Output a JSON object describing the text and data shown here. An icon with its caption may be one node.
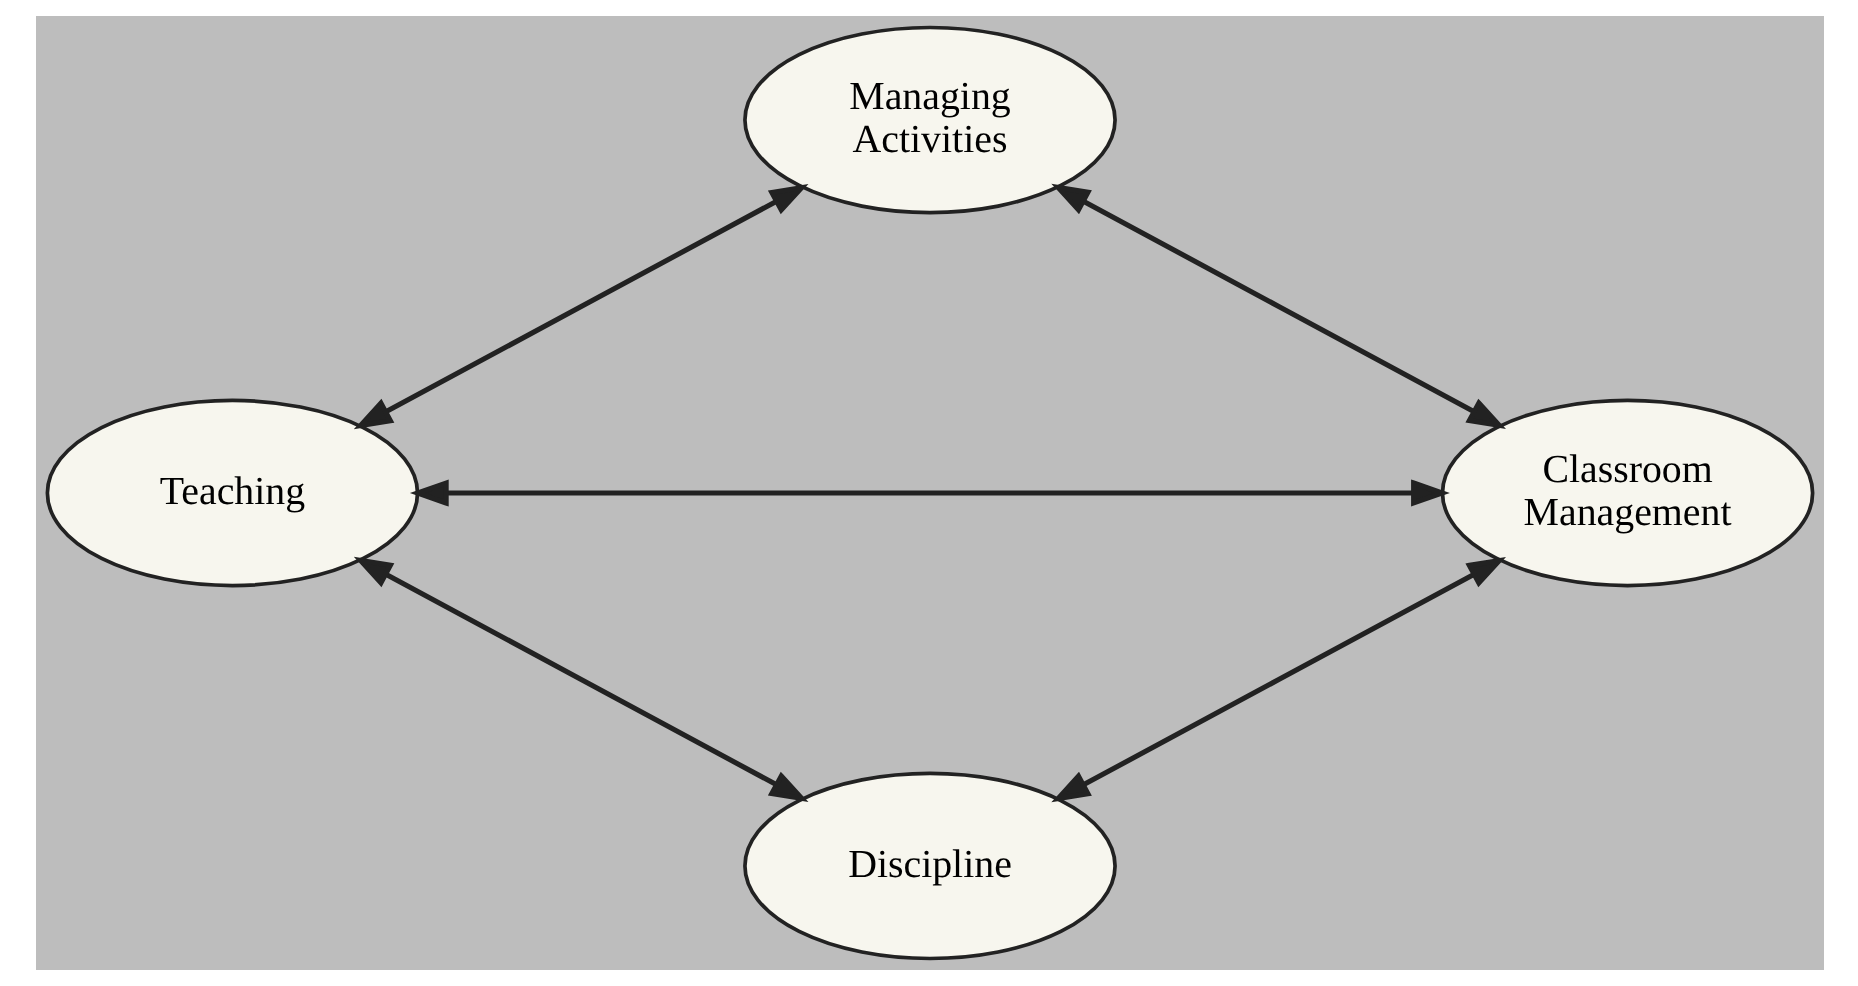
{
  "diagram": {
    "nodes": [
      {
        "text": [
          "Managing Activities"
        ]
      },
      {
        "text": [
          "Teaching"
        ]
      },
      {
        "text": [
          "Classroom Management"
        ]
      },
      {
        "text": [
          "Discipline"
        ]
      }
    ],
    "edges": [
      {
        "from": 1,
        "to": 0,
        "arrow": "both"
      },
      {
        "from": 0,
        "to": 2,
        "arrow": "both"
      },
      {
        "from": 1,
        "to": 2,
        "arrow": "both"
      },
      {
        "from": 1,
        "to": 3,
        "arrow": "both"
      },
      {
        "from": 3,
        "to": 2,
        "arrow": "both"
      }
    ]
  }
}
